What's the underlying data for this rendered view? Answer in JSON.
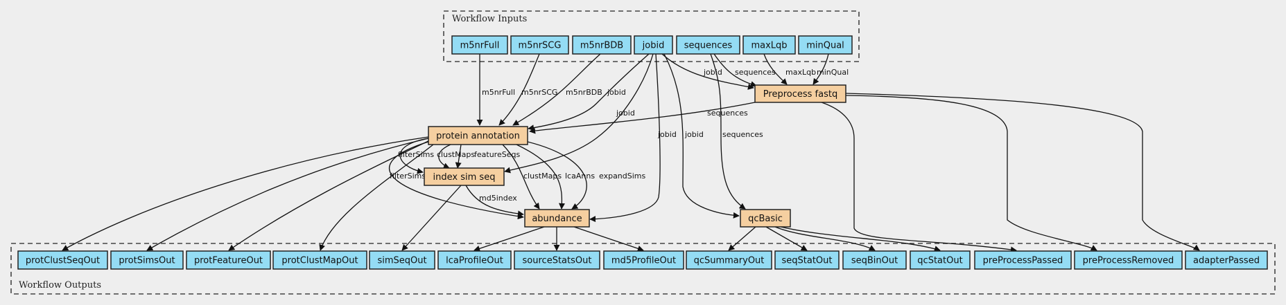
{
  "inputs_cluster": {
    "label": "Workflow Inputs"
  },
  "outputs_cluster": {
    "label": "Workflow Outputs"
  },
  "colors": {
    "io_node": "#94dcf4",
    "step_node": "#f5cfa0",
    "background": "#eeeeee"
  },
  "inputs": [
    {
      "id": "m5nrFull",
      "label": "m5nrFull"
    },
    {
      "id": "m5nrSCG",
      "label": "m5nrSCG"
    },
    {
      "id": "m5nrBDB",
      "label": "m5nrBDB"
    },
    {
      "id": "jobid",
      "label": "jobid"
    },
    {
      "id": "sequences",
      "label": "sequences"
    },
    {
      "id": "maxLqb",
      "label": "maxLqb"
    },
    {
      "id": "minQual",
      "label": "minQual"
    }
  ],
  "steps": [
    {
      "id": "preprocess",
      "label": "Preprocess fastq"
    },
    {
      "id": "protein",
      "label": "protein annotation"
    },
    {
      "id": "indexsim",
      "label": "index sim seq"
    },
    {
      "id": "abundance",
      "label": "abundance"
    },
    {
      "id": "qcbasic",
      "label": "qcBasic"
    }
  ],
  "outputs": [
    {
      "id": "protClustSeqOut",
      "label": "protClustSeqOut"
    },
    {
      "id": "protSimsOut",
      "label": "protSimsOut"
    },
    {
      "id": "protFeatureOut",
      "label": "protFeatureOut"
    },
    {
      "id": "protClustMapOut",
      "label": "protClustMapOut"
    },
    {
      "id": "simSeqOut",
      "label": "simSeqOut"
    },
    {
      "id": "lcaProfileOut",
      "label": "lcaProfileOut"
    },
    {
      "id": "sourceStatsOut",
      "label": "sourceStatsOut"
    },
    {
      "id": "md5ProfileOut",
      "label": "md5ProfileOut"
    },
    {
      "id": "qcSummaryOut",
      "label": "qcSummaryOut"
    },
    {
      "id": "seqStatOut",
      "label": "seqStatOut"
    },
    {
      "id": "seqBinOut",
      "label": "seqBinOut"
    },
    {
      "id": "qcStatOut",
      "label": "qcStatOut"
    },
    {
      "id": "preProcessPassed",
      "label": "preProcessPassed"
    },
    {
      "id": "preProcessRemoved",
      "label": "preProcessRemoved"
    },
    {
      "id": "adapterPassed",
      "label": "adapterPassed"
    }
  ],
  "edges": [
    {
      "from": "jobid",
      "to": "preprocess",
      "label": "jobid"
    },
    {
      "from": "sequences",
      "to": "preprocess",
      "label": "sequences"
    },
    {
      "from": "maxLqb",
      "to": "preprocess",
      "label": "maxLqb"
    },
    {
      "from": "minQual",
      "to": "preprocess",
      "label": "minQual"
    },
    {
      "from": "m5nrFull",
      "to": "protein",
      "label": "m5nrFull"
    },
    {
      "from": "m5nrSCG",
      "to": "protein",
      "label": "m5nrSCG"
    },
    {
      "from": "m5nrBDB",
      "to": "protein",
      "label": "m5nrBDB"
    },
    {
      "from": "jobid",
      "to": "protein",
      "label": "jobid"
    },
    {
      "from": "preprocess",
      "to": "protein",
      "label": "sequences"
    },
    {
      "from": "jobid",
      "to": "indexsim",
      "label": "jobid"
    },
    {
      "from": "protein",
      "to": "indexsim",
      "label": "filterSims"
    },
    {
      "from": "protein",
      "to": "indexsim",
      "label": "clustMaps"
    },
    {
      "from": "protein",
      "to": "indexsim",
      "label": "featureSeqs"
    },
    {
      "from": "protein",
      "to": "abundance",
      "label": "filterSims"
    },
    {
      "from": "protein",
      "to": "abundance",
      "label": "clustMaps"
    },
    {
      "from": "protein",
      "to": "abundance",
      "label": "lcaAnns"
    },
    {
      "from": "protein",
      "to": "abundance",
      "label": "expandSims"
    },
    {
      "from": "indexsim",
      "to": "abundance",
      "label": "md5index"
    },
    {
      "from": "jobid",
      "to": "abundance",
      "label": "jobid"
    },
    {
      "from": "jobid",
      "to": "qcbasic",
      "label": "jobid"
    },
    {
      "from": "sequences",
      "to": "qcbasic",
      "label": "sequences"
    },
    {
      "from": "protein",
      "to": "protClustSeqOut",
      "label": ""
    },
    {
      "from": "protein",
      "to": "protSimsOut",
      "label": ""
    },
    {
      "from": "protein",
      "to": "protFeatureOut",
      "label": ""
    },
    {
      "from": "protein",
      "to": "protClustMapOut",
      "label": ""
    },
    {
      "from": "indexsim",
      "to": "simSeqOut",
      "label": ""
    },
    {
      "from": "abundance",
      "to": "lcaProfileOut",
      "label": ""
    },
    {
      "from": "abundance",
      "to": "sourceStatsOut",
      "label": ""
    },
    {
      "from": "abundance",
      "to": "md5ProfileOut",
      "label": ""
    },
    {
      "from": "qcbasic",
      "to": "qcSummaryOut",
      "label": ""
    },
    {
      "from": "qcbasic",
      "to": "seqStatOut",
      "label": ""
    },
    {
      "from": "qcbasic",
      "to": "seqBinOut",
      "label": ""
    },
    {
      "from": "qcbasic",
      "to": "qcStatOut",
      "label": ""
    },
    {
      "from": "preprocess",
      "to": "preProcessPassed",
      "label": ""
    },
    {
      "from": "preprocess",
      "to": "preProcessRemoved",
      "label": ""
    },
    {
      "from": "preprocess",
      "to": "adapterPassed",
      "label": ""
    }
  ]
}
